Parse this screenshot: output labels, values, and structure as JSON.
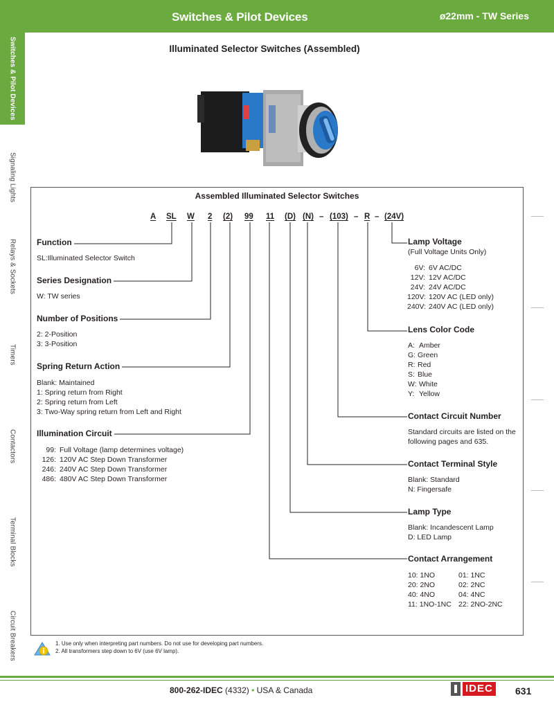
{
  "header": {
    "left_title": "Switches & Pilot Devices",
    "right_title": "ø22mm - TW Series"
  },
  "side_tabs": [
    {
      "label": "Switches & Pilot Devices",
      "active": true
    },
    {
      "label": "Signaling Lights",
      "active": false
    },
    {
      "label": "Relays & Sockets",
      "active": false
    },
    {
      "label": "Timers",
      "active": false
    },
    {
      "label": "Contactors",
      "active": false
    },
    {
      "label": "Terminal Blocks",
      "active": false
    },
    {
      "label": "Circuit Breakers",
      "active": false
    }
  ],
  "page_title": "Illuminated Selector Switches (Assembled)",
  "box_title": "Assembled Illuminated Selector Switches",
  "code": {
    "parts": [
      "A",
      "SL",
      "W",
      "2",
      "(2)",
      "99",
      "11",
      "(D)",
      "(N)",
      "(103)",
      "R",
      "(24V)"
    ],
    "dash": "–"
  },
  "left_sections": {
    "function": {
      "title": "Function",
      "lines": [
        "SL:Illuminated Selector Switch"
      ]
    },
    "series": {
      "title": "Series Designation",
      "lines": [
        "W: TW series"
      ]
    },
    "positions": {
      "title": "Number of Positions",
      "lines": [
        "2: 2-Position",
        "3: 3-Position"
      ]
    },
    "spring": {
      "title": "Spring Return Action",
      "lines": [
        "Blank: Maintained",
        "1: Spring return from Right",
        "2: Spring return from Left",
        "3: Two-Way spring return from Left and Right"
      ]
    },
    "illumination": {
      "title": "Illumination Circuit",
      "codes": [
        "99:",
        "126:",
        "246:",
        "486:"
      ],
      "descs": [
        "Full Voltage (lamp determines voltage)",
        "120V AC Step Down Transformer",
        "240V AC Step Down Transformer",
        "480V AC Step Down Transformer"
      ]
    }
  },
  "right_sections": {
    "lamp_voltage": {
      "title": "Lamp Voltage",
      "subtitle": "(Full Voltage Units Only)",
      "codes": [
        "6V:",
        "12V:",
        "24V:",
        "120V:",
        "240V:"
      ],
      "descs": [
        "6V AC/DC",
        "12V AC/DC",
        "24V AC/DC",
        "120V AC (LED only)",
        "240V AC (LED only)"
      ]
    },
    "lens_color": {
      "title": "Lens Color Code",
      "codes": [
        "A:",
        "G:",
        "R:",
        "S:",
        "W:",
        "Y:"
      ],
      "descs": [
        "Amber",
        "Green",
        "Red",
        "Blue",
        "White",
        "Yellow"
      ]
    },
    "contact_circuit": {
      "title": "Contact Circuit Number",
      "lines": [
        "Standard circuits are listed on the",
        "following pages and 635."
      ]
    },
    "terminal_style": {
      "title": "Contact Terminal Style",
      "lines": [
        "Blank:  Standard",
        "N:  Fingersafe"
      ]
    },
    "lamp_type": {
      "title": "Lamp Type",
      "lines": [
        "Blank: Incandescent Lamp",
        "D: LED Lamp"
      ]
    },
    "contact_arrangement": {
      "title": "Contact Arrangement",
      "col1": [
        "10: 1NO",
        "20: 2NO",
        "40: 4NO",
        "11: 1NO-1NC"
      ],
      "col2": [
        "01: 1NC",
        "02: 2NC",
        "04: 4NC",
        "22: 2NO-2NC"
      ]
    }
  },
  "notes": [
    "1.   Use only when interpreting part numbers. Do not use for developing part numbers.",
    "2.   All transformers step down to 6V (use 6V lamp)."
  ],
  "footer": {
    "phone": "800-262-IDEC",
    "phone_num": " (4332) ",
    "bullet": "•",
    "region": " USA & Canada",
    "logo_text": "IDEC",
    "page_number": "631"
  },
  "colors": {
    "accent_green": "#6aaa3e",
    "logo_red": "#d71920",
    "product_blue": "#2a78c8"
  }
}
